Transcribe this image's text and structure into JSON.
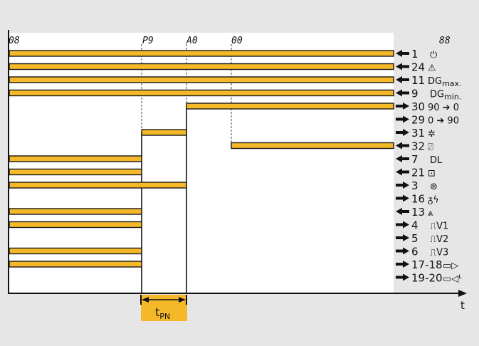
{
  "display_codes": {
    "start": "08",
    "p9": "P9",
    "a0": "A0",
    "zero": "00",
    "right": "88"
  },
  "signals": [
    {
      "dir": "in",
      "num": "1",
      "label": "⏻"
    },
    {
      "dir": "in",
      "num": "24",
      "label": "⚠"
    },
    {
      "dir": "in",
      "num": "11",
      "label": "DG",
      "sub": "max."
    },
    {
      "dir": "in",
      "num": "9",
      "label": "DG",
      "sub": "min."
    },
    {
      "dir": "out",
      "num": "30",
      "label": "90 ➔ 0"
    },
    {
      "dir": "out",
      "num": "29",
      "label": "0 ➔ 90"
    },
    {
      "dir": "out",
      "num": "31",
      "label": "✲"
    },
    {
      "dir": "in",
      "num": "32",
      "label": "⍁"
    },
    {
      "dir": "in",
      "num": "7",
      "label": "DL"
    },
    {
      "dir": "in",
      "num": "21",
      "label": "⊡"
    },
    {
      "dir": "out",
      "num": "3",
      "label": "⊛"
    },
    {
      "dir": "out",
      "num": "16",
      "label": "ᵹϟ"
    },
    {
      "dir": "in",
      "num": "13",
      "label": "⩓"
    },
    {
      "dir": "out",
      "num": "4",
      "label": "⎍V1"
    },
    {
      "dir": "out",
      "num": "5",
      "label": "⎍V2"
    },
    {
      "dir": "out",
      "num": "6",
      "label": "⎍V3"
    },
    {
      "dir": "out",
      "num": "17-18",
      "label": "▭▷"
    },
    {
      "dir": "out",
      "num": "19-20",
      "label": "▭◁ᒻ"
    }
  ],
  "timing_bars": [
    {
      "row": 0,
      "from": "start",
      "to": "end"
    },
    {
      "row": 1,
      "from": "start",
      "to": "end"
    },
    {
      "row": 2,
      "from": "start",
      "to": "end"
    },
    {
      "row": 3,
      "from": "start",
      "to": "end"
    },
    {
      "row": 4,
      "from": "A0",
      "to": "end"
    },
    {
      "row": 6,
      "from": "P9",
      "to": "A0"
    },
    {
      "row": 7,
      "from": "00",
      "to": "end"
    },
    {
      "row": 8,
      "from": "start",
      "to": "P9"
    },
    {
      "row": 9,
      "from": "start",
      "to": "P9"
    },
    {
      "row": 10,
      "from": "start",
      "to": "A0"
    },
    {
      "row": 12,
      "from": "start",
      "to": "P9"
    },
    {
      "row": 13,
      "from": "start",
      "to": "P9"
    },
    {
      "row": 15,
      "from": "start",
      "to": "P9"
    },
    {
      "row": 16,
      "from": "start",
      "to": "P9"
    }
  ],
  "time_axis": {
    "label": "t"
  },
  "interval_label": {
    "main": "t",
    "sub": "PN"
  },
  "colors": {
    "background": "#e6e6e6",
    "chart": "#ffffff",
    "bar": "#f5b829",
    "bar_border": "#1a1a1a",
    "interval_box": "#f5b829",
    "line": "#111111"
  }
}
